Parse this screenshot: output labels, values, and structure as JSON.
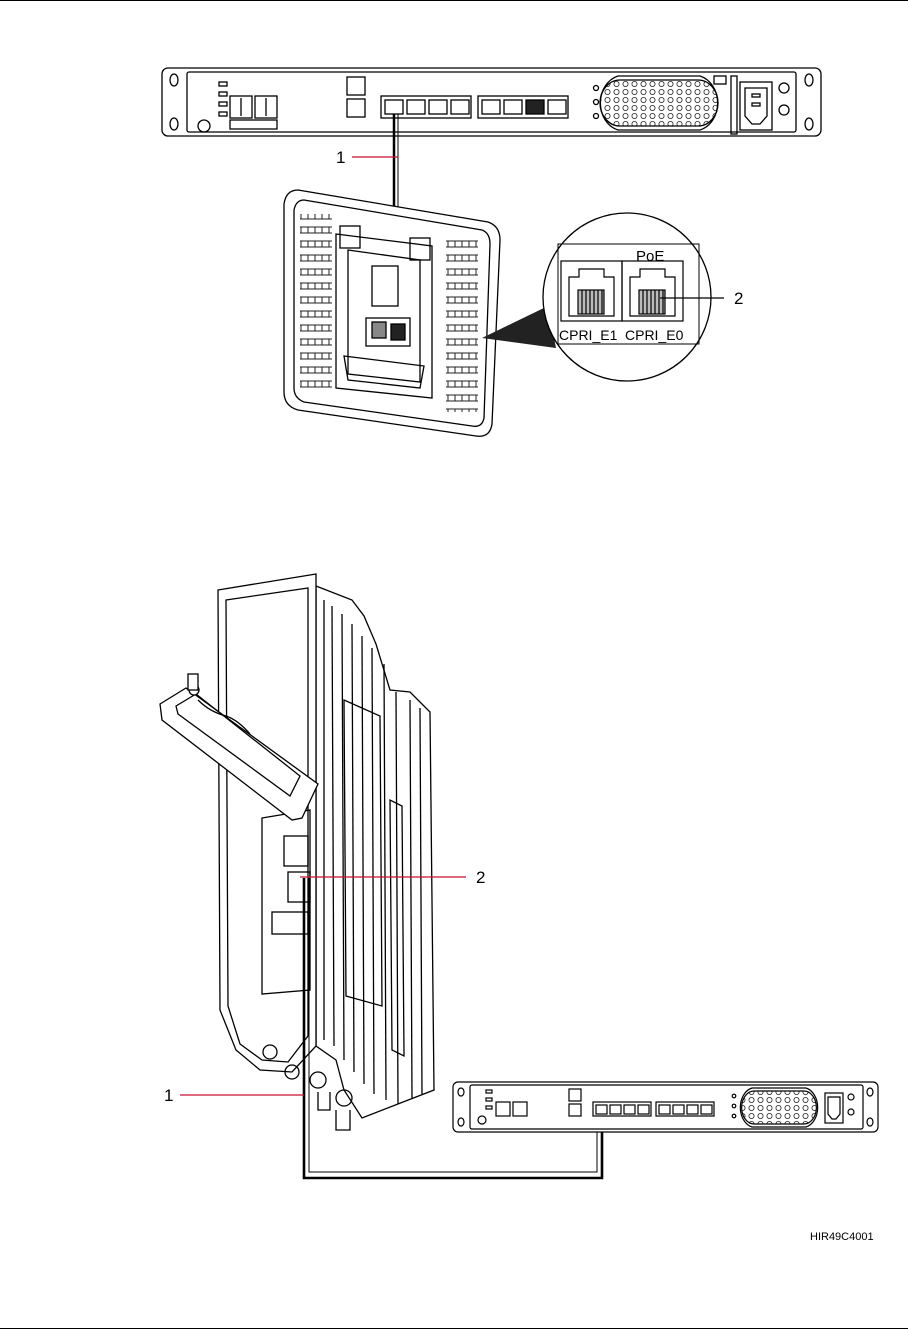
{
  "figure1": {
    "callouts": {
      "cable": "1",
      "port": "2"
    },
    "magnifier": {
      "poe_label": "PoE",
      "port_left": "CPRI_E1",
      "port_right": "CPRI_E0"
    }
  },
  "figure2": {
    "callouts": {
      "cable": "1",
      "port": "2"
    }
  },
  "figure_code": "HIR49C4001",
  "colors": {
    "callout_line": "#c8102e",
    "device_line": "#000000",
    "cable": "#000000"
  }
}
